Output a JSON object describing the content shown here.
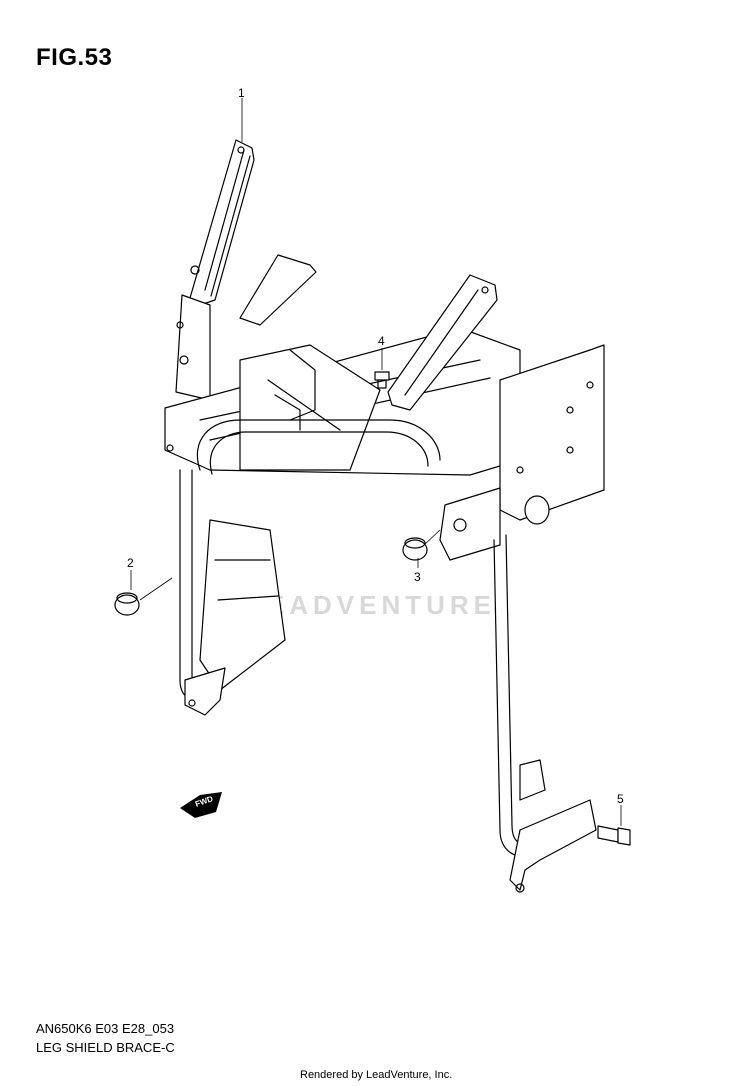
{
  "figure": {
    "title": "FIG.53",
    "code": "AN650K6 E03 E28_053",
    "caption": "LEG SHIELD BRACE-C"
  },
  "callouts": [
    {
      "id": "1",
      "label": "1"
    },
    {
      "id": "2",
      "label": "2"
    },
    {
      "id": "3",
      "label": "3"
    },
    {
      "id": "4",
      "label": "4"
    },
    {
      "id": "5",
      "label": "5"
    }
  ],
  "direction_badge": "FWD",
  "watermark": "LEADVENTURE",
  "footer": "Rendered by LeadVenture, Inc."
}
